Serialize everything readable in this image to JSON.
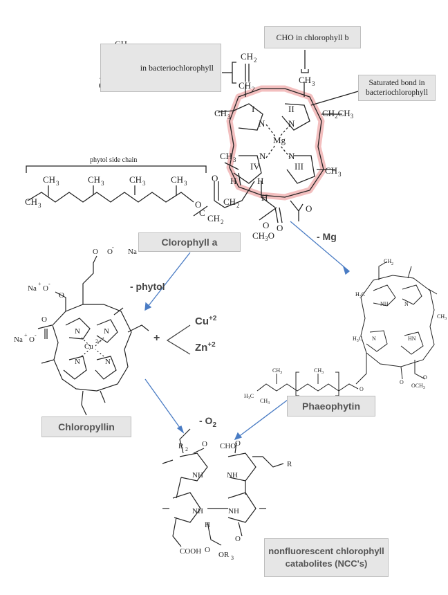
{
  "annotations": {
    "acetyl_group": "in bacteriochlorophyll",
    "cho_note": "CHO in chlorophyll b",
    "saturated_note": "Saturated bond in bacteriochlorophyll",
    "phytol_side_chain": "phytol side chain"
  },
  "compounds": {
    "chlorophyll_a": "Clorophyll a",
    "chlorophyllin": "Chloropyllin",
    "phaeophytin": "Phaeophytin",
    "ncc": "nonfluorescent chlorophyll catabolites (NCC's)"
  },
  "reactions": {
    "minus_mg": "- Mg",
    "minus_phytol": "- phytol",
    "cu": "Cu",
    "cu_charge": "+2",
    "zn": "Zn",
    "zn_charge": "+2",
    "plus": "+",
    "minus_o2": "- O",
    "o2_sub": "2"
  },
  "colors": {
    "highlight": "#f2b8b8",
    "arrow": "#4a7cc4",
    "label_box": "#e6e6e6"
  }
}
